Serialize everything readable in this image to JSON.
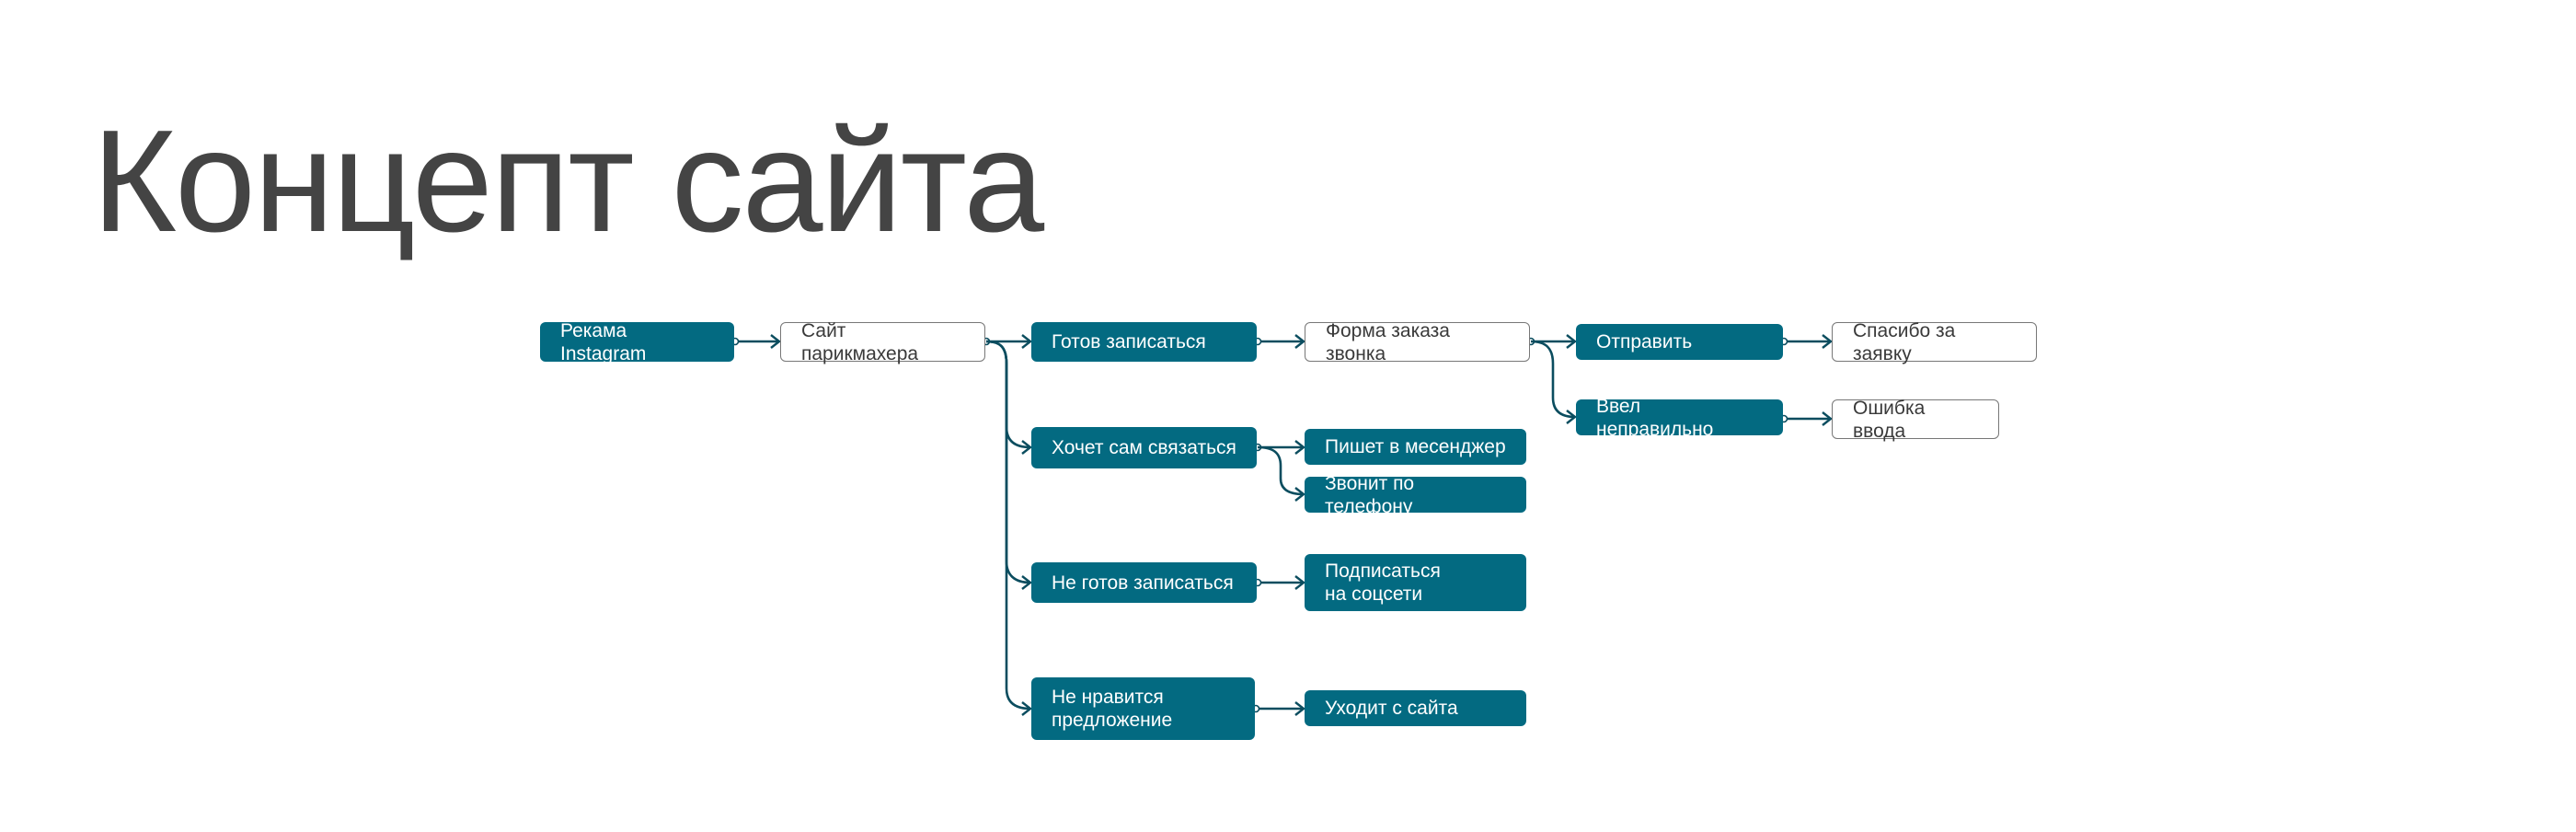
{
  "title": "Концепт сайта",
  "nodes": {
    "ad": "Рекама Instagram",
    "site": "Сайт парикмахера",
    "ready": "Готов записаться",
    "form": "Форма заказа звонка",
    "send": "Отправить",
    "thanks": "Спасибо за заявку",
    "wrong": "Ввел неправильно",
    "error": "Ошибка ввода",
    "contact": "Хочет сам связаться",
    "messenger": "Пишет в месенджер",
    "phone": "Звонит по телефону",
    "notready": "Не готов записаться",
    "subscribe": "Подписаться\nна соцсети",
    "dislike": "Не нравится\nпредложение",
    "leave": "Уходит с сайта"
  },
  "colors": {
    "node_fill": "#036a81",
    "edge": "#0b4d5f",
    "title": "#444444"
  }
}
